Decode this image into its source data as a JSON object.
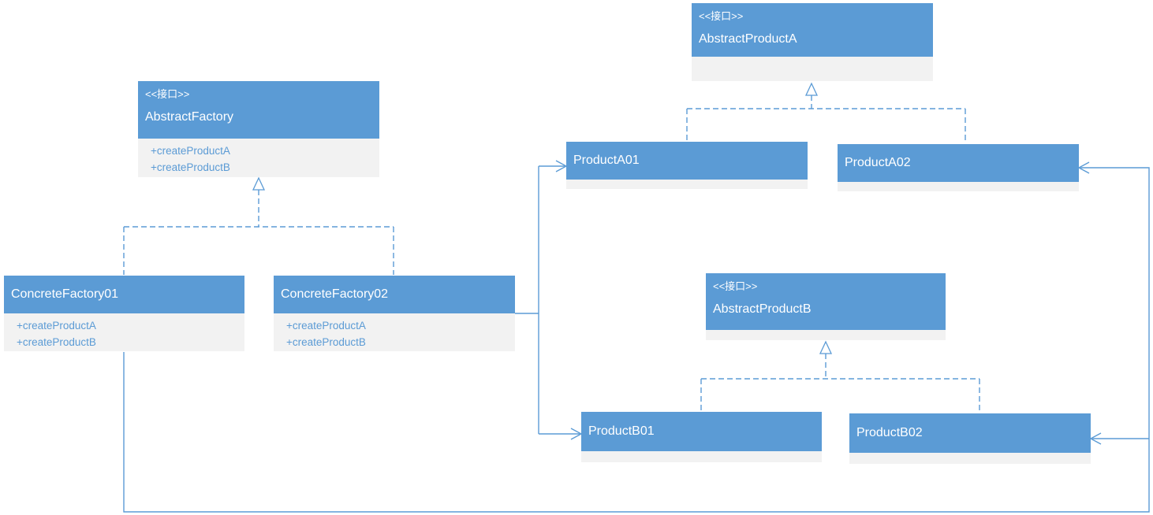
{
  "diagram": {
    "kind": "uml-class-diagram",
    "pattern": "Abstract Factory"
  },
  "colors": {
    "background": "#FFFFFF",
    "node-fill": "#5B9BD5",
    "node-text": "#FFFFFF",
    "node-body-fill": "#F2F2F2",
    "method-text": "#5B9BD5",
    "connector": "#5B9BD5"
  },
  "classes": {
    "abstract_factory": {
      "stereotype": "<<接口>>",
      "name": "AbstractFactory",
      "methods": [
        "+createProductA",
        "+createProductB"
      ]
    },
    "concrete_factory_01": {
      "name": "ConcreteFactory01",
      "methods": [
        "+createProductA",
        "+createProductB"
      ]
    },
    "concrete_factory_02": {
      "name": "ConcreteFactory02",
      "methods": [
        "+createProductA",
        "+createProductB"
      ]
    },
    "abstract_product_a": {
      "stereotype": "<<接口>>",
      "name": "AbstractProductA",
      "methods": []
    },
    "product_a01": {
      "name": "ProductA01",
      "methods": []
    },
    "product_a02": {
      "name": "ProductA02",
      "methods": []
    },
    "abstract_product_b": {
      "stereotype": "<<接口>>",
      "name": "AbstractProductB",
      "methods": []
    },
    "product_b01": {
      "name": "ProductB01",
      "methods": []
    },
    "product_b02": {
      "name": "ProductB02",
      "methods": []
    }
  },
  "relationships": [
    {
      "type": "realization",
      "from": "ConcreteFactory01",
      "to": "AbstractFactory"
    },
    {
      "type": "realization",
      "from": "ConcreteFactory02",
      "to": "AbstractFactory"
    },
    {
      "type": "realization",
      "from": "ProductA01",
      "to": "AbstractProductA"
    },
    {
      "type": "realization",
      "from": "ProductA02",
      "to": "AbstractProductA"
    },
    {
      "type": "realization",
      "from": "ProductB01",
      "to": "AbstractProductB"
    },
    {
      "type": "realization",
      "from": "ProductB02",
      "to": "AbstractProductB"
    },
    {
      "type": "association",
      "from": "ConcreteFactory02",
      "to": "ProductA01"
    },
    {
      "type": "association",
      "from": "ConcreteFactory02",
      "to": "ProductB01"
    },
    {
      "type": "association",
      "from": "ConcreteFactory01",
      "to": "ProductA02"
    },
    {
      "type": "association",
      "from": "ConcreteFactory01",
      "to": "ProductB02"
    }
  ]
}
